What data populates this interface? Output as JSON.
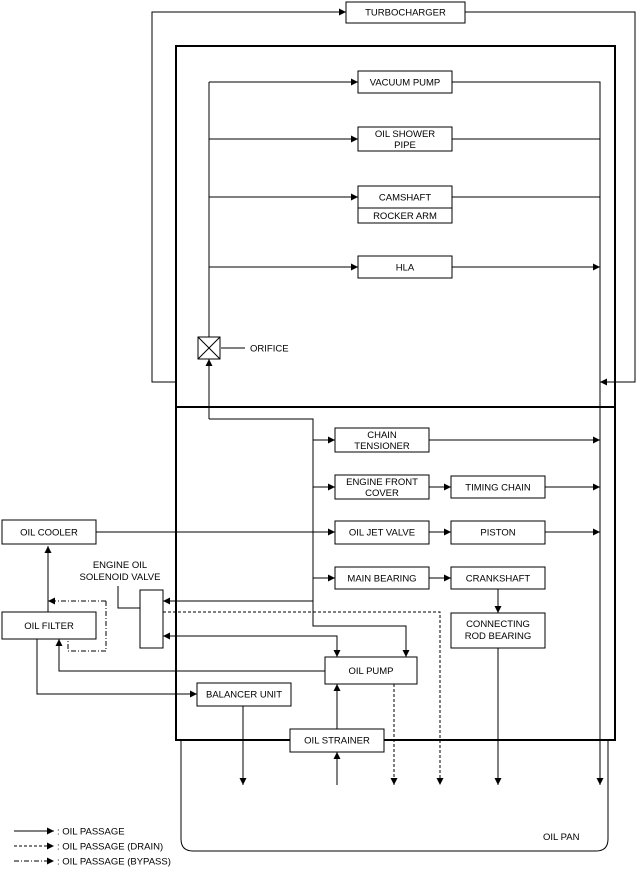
{
  "components": {
    "turbocharger": "TURBOCHARGER",
    "vacuum_pump": "VACUUM PUMP",
    "oil_shower_pipe": [
      "OIL SHOWER",
      "PIPE"
    ],
    "camshaft": "CAMSHAFT",
    "rocker_arm": "ROCKER ARM",
    "hla": "HLA",
    "orifice": "ORIFICE",
    "chain_tensioner": [
      "CHAIN",
      "TENSIONER"
    ],
    "engine_front_cover": [
      "ENGINE FRONT",
      "COVER"
    ],
    "timing_chain": "TIMING CHAIN",
    "oil_cooler": "OIL COOLER",
    "oil_jet_valve": "OIL JET VALVE",
    "piston": "PISTON",
    "engine_oil_solenoid_valve": [
      "ENGINE OIL",
      "SOLENOID VALVE"
    ],
    "main_bearing": "MAIN BEARING",
    "crankshaft": "CRANKSHAFT",
    "oil_filter": "OIL FILTER",
    "connecting_rod_bearing": [
      "CONNECTING",
      "ROD BEARING"
    ],
    "oil_pump": "OIL PUMP",
    "balancer_unit": "BALANCER UNIT",
    "oil_strainer": "OIL STRAINER",
    "oil_pan": "OIL PAN"
  },
  "legend": {
    "oil_passage": ": OIL PASSAGE",
    "oil_passage_drain": ": OIL PASSAGE (DRAIN)",
    "oil_passage_bypass": ": OIL PASSAGE (BYPASS)"
  }
}
